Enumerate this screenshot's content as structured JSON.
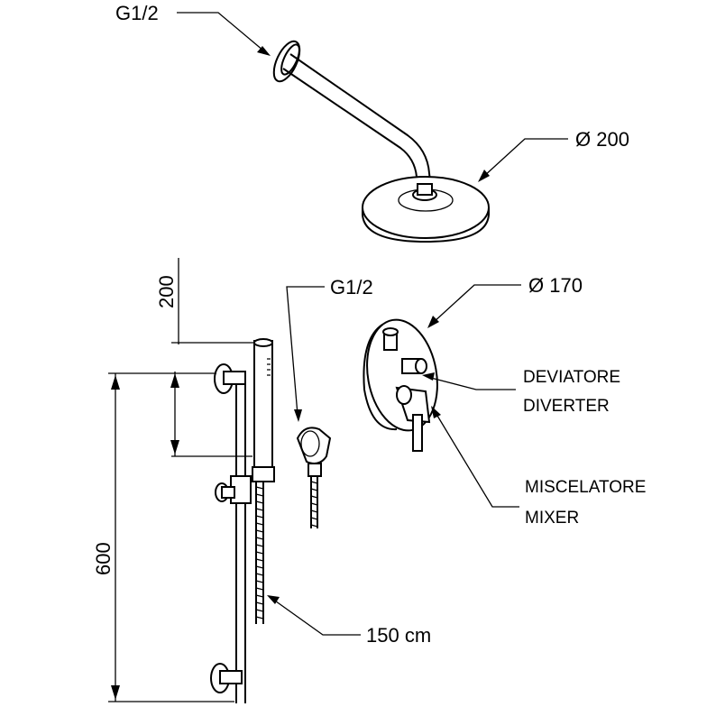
{
  "labels": {
    "shower_arm_thread": "G1/2",
    "head_diameter": "Ø 200",
    "outlet_thread": "G1/2",
    "mixer_plate_diameter": "Ø 170",
    "diverter_it": "DEVIATORE",
    "diverter_en": "DIVERTER",
    "mixer_it": "MISCELATORE",
    "mixer_en": "MIXER",
    "hose_length": "150 cm",
    "rail_length": "600",
    "handshower_offset": "200"
  },
  "colors": {
    "line": "#000000",
    "background": "#ffffff"
  }
}
